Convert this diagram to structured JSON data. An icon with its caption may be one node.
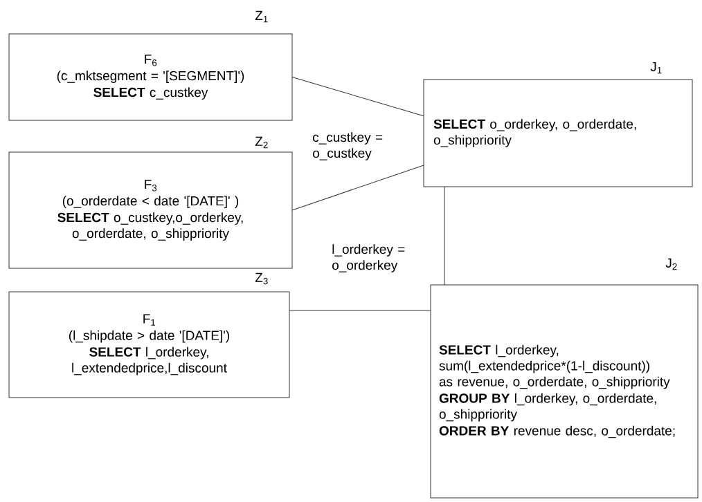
{
  "diagram": {
    "nodes": [
      {
        "text": [
          "F$_{6}$",
          "(c_mktsegment = '[SEGMENT]')",
          "**SELECT** c_custkey"
        ],
        "beside": [
          "Z$_{1}$"
        ]
      },
      {
        "text": [
          "**SELECT** o_orderkey, o_orderdate, o_shippriority"
        ],
        "beside": [
          "J$_{1}$"
        ]
      },
      {
        "text": [
          "F$_{3}$",
          "(o_orderdate < date '[DATE]' )",
          "**SELECT** o_custkey,o_orderkey, o_orderdate, o_shippriority"
        ],
        "beside": [
          "Z$_{2}$"
        ]
      },
      {
        "text": [
          "F$_{1}$",
          "(l_shipdate > date '[DATE]')",
          "**SELECT** l_orderkey, l_extendedprice,l_discount"
        ],
        "beside": [
          "Z$_{3}$"
        ]
      },
      {
        "text": [
          "**SELECT** l_orderkey, sum(l_extendedprice*(1-l_discount)) as revenue, o_orderdate, o_shippriority",
          "**GROUP BY** l_orderkey, o_orderdate, o_shippriority",
          "**ORDER BY** revenue desc, o_orderdate;"
        ],
        "beside": [
          "J$_{2}$"
        ]
      }
    ],
    "edges": [
      {
        "from": 0,
        "to": 1,
        "arrow": "none",
        "label": "c_custkey = o_custkey"
      },
      {
        "from": 2,
        "to": 1,
        "arrow": "none"
      },
      {
        "from": 1,
        "to": 4,
        "arrow": "none"
      },
      {
        "from": 3,
        "to": 4,
        "arrow": "none",
        "label": "l_orderkey = o_orderkey"
      }
    ]
  }
}
